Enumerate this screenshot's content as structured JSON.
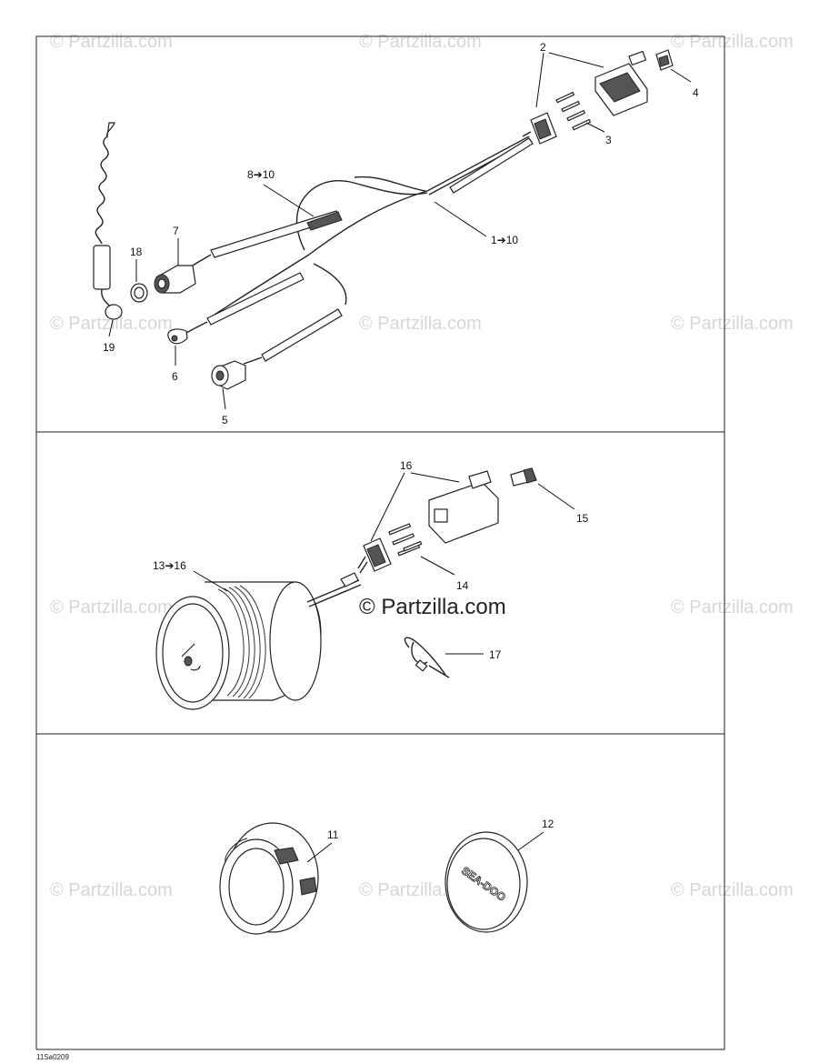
{
  "watermark": {
    "text": "© Partzilla.com",
    "main_text": "© Partzilla.com"
  },
  "drawing_code": "11Sa0209",
  "callouts": {
    "c2": "2",
    "c4": "4",
    "c3": "3",
    "c8_10": "8➔10",
    "c1_10": "1➔10",
    "c7": "7",
    "c18": "18",
    "c19": "19",
    "c6": "6",
    "c5": "5",
    "c16": "16",
    "c15": "15",
    "c13_16": "13➔16",
    "c14": "14",
    "c17": "17",
    "c11": "11",
    "c12": "12"
  },
  "cap_logo": "SEA-DOO"
}
